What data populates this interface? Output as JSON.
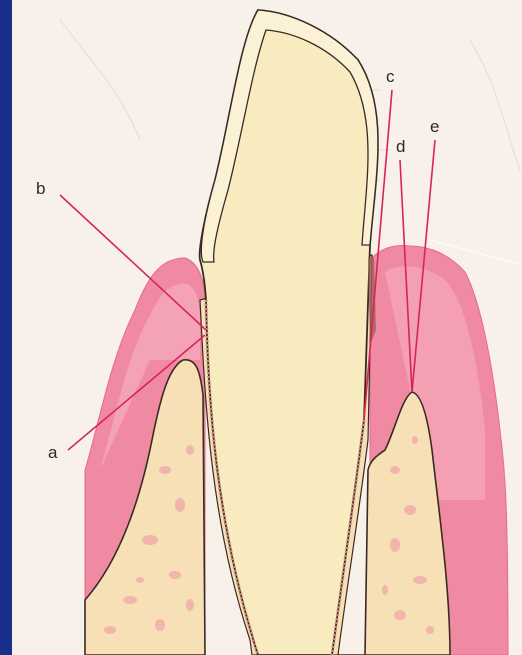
{
  "labels": {
    "a": "a",
    "b": "b",
    "c": "c",
    "d": "d",
    "e": "e"
  },
  "colors": {
    "background": "#1a2f8a",
    "paper": "#f7f1ea",
    "gingiva": "#f08aa2",
    "gingiva_dark": "#e86a8a",
    "gingiva_light": "#f8b8c6",
    "bone": "#f7dfb6",
    "bone_trabecula": "#f0a7a8",
    "tooth": "#f8ebc0",
    "enamel": "#fbf2d6",
    "outline": "#3a2a24",
    "leader": "#d8245a",
    "calculus": "#a0605a"
  },
  "icons": [
    "tooth-icon"
  ]
}
